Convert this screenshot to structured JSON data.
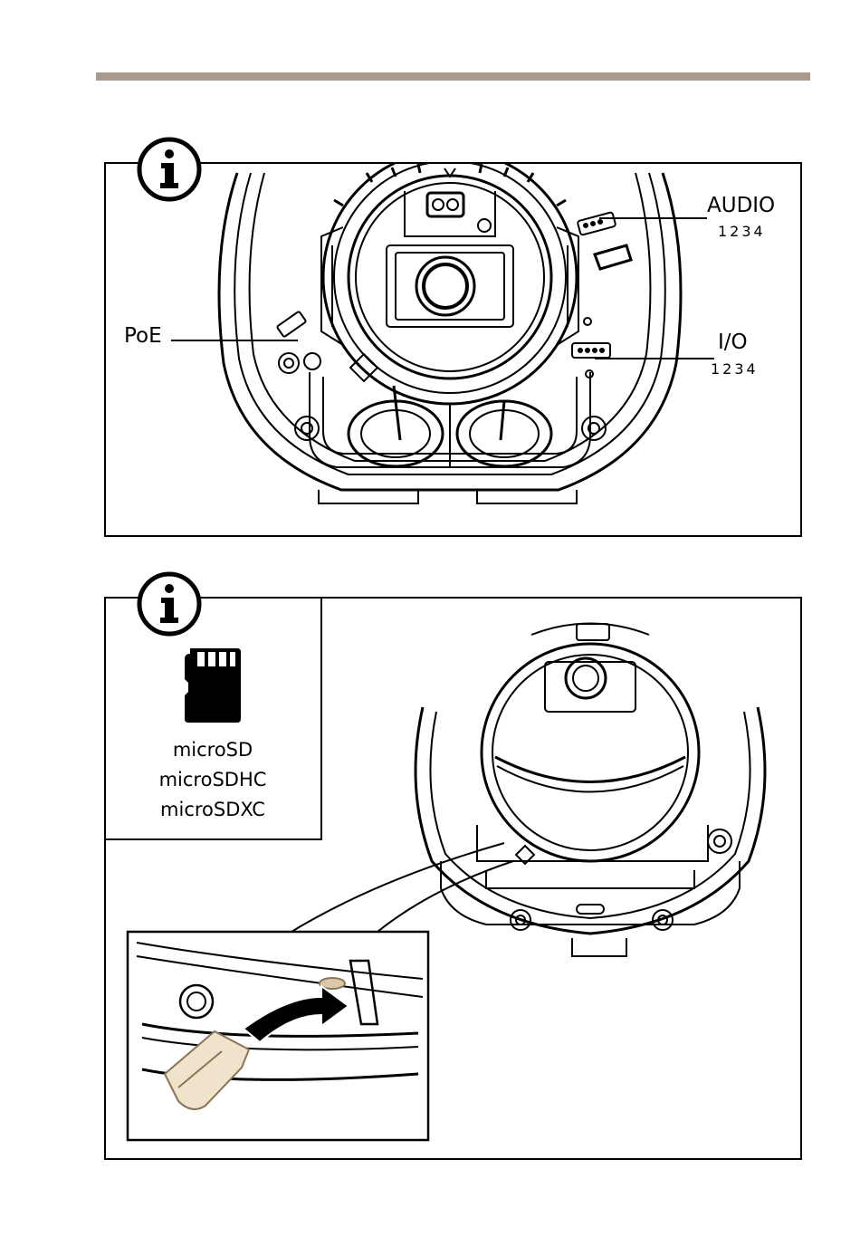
{
  "header_bar_color": "#a89a8f",
  "panel1": {
    "icon": "info-icon",
    "labels": {
      "audio": "AUDIO",
      "audio_pins": "1234",
      "poe": "PoE",
      "io": "I/O",
      "io_pins": "1234"
    }
  },
  "panel2": {
    "icon": "info-icon",
    "card_icon": "microsd-card-icon",
    "card_types": [
      "microSD",
      "microSDHC",
      "microSDXC"
    ]
  }
}
